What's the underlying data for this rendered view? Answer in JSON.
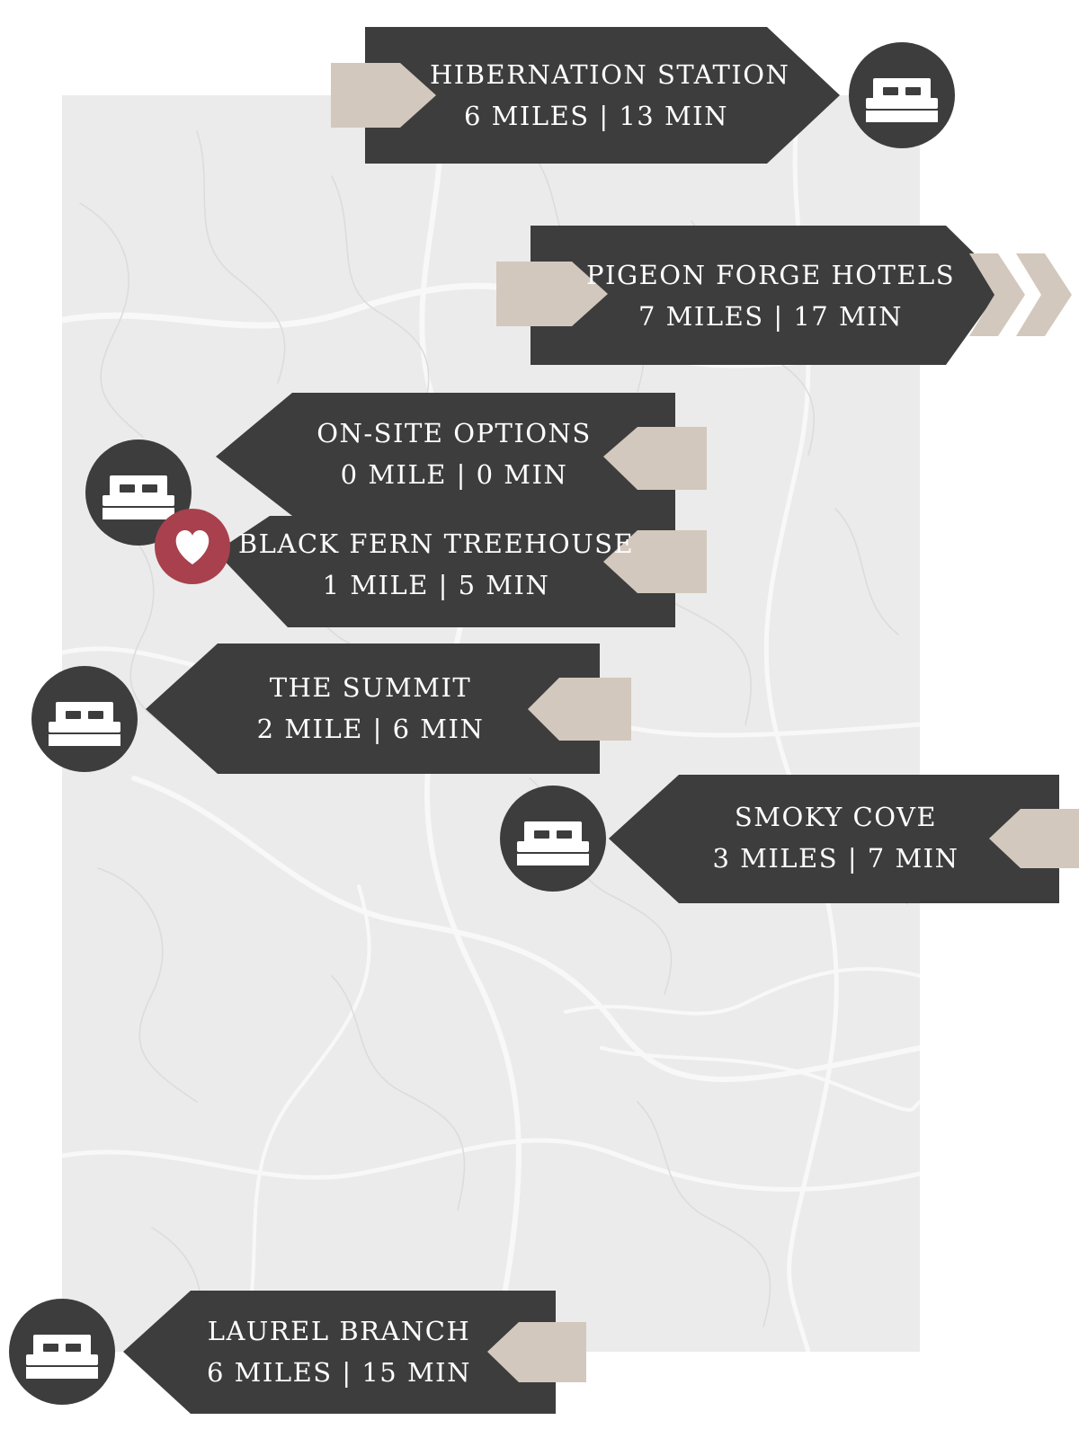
{
  "colors": {
    "map_background": "#ebebeb",
    "map_roads": "#f7f7f7",
    "banner": "#3d3d3d",
    "banner_tail": "#d3c8bd",
    "icon_badge": "#3d3d3d",
    "favorite_badge": "#a8414d",
    "icon_fill": "#ffffff"
  },
  "locations": [
    {
      "id": "hibernation-station",
      "name": "HIBERNATION STATION",
      "distance": "6 MILES | 13 MIN",
      "icon": "bed-icon"
    },
    {
      "id": "pigeon-forge-hotels",
      "name": "PIGEON FORGE HOTELS",
      "distance": "7 MILES | 17 MIN",
      "icon": "double-chevron-right-icon"
    },
    {
      "id": "on-site-options",
      "name": "ON-SITE OPTIONS",
      "distance": "0 MILE | 0 MIN",
      "icon": "bed-icon"
    },
    {
      "id": "black-fern-treehouse",
      "name": "BLACK FERN TREEHOUSE",
      "distance": "1 MILE | 5 MIN",
      "icon": "heart-icon"
    },
    {
      "id": "the-summit",
      "name": "THE SUMMIT",
      "distance": "2 MILE | 6 MIN",
      "icon": "bed-icon"
    },
    {
      "id": "smoky-cove",
      "name": "SMOKY COVE",
      "distance": "3 MILES | 7 MIN",
      "icon": "bed-icon"
    },
    {
      "id": "laurel-branch",
      "name": "LAUREL BRANCH",
      "distance": "6 MILES | 15 MIN",
      "icon": "bed-icon"
    }
  ]
}
